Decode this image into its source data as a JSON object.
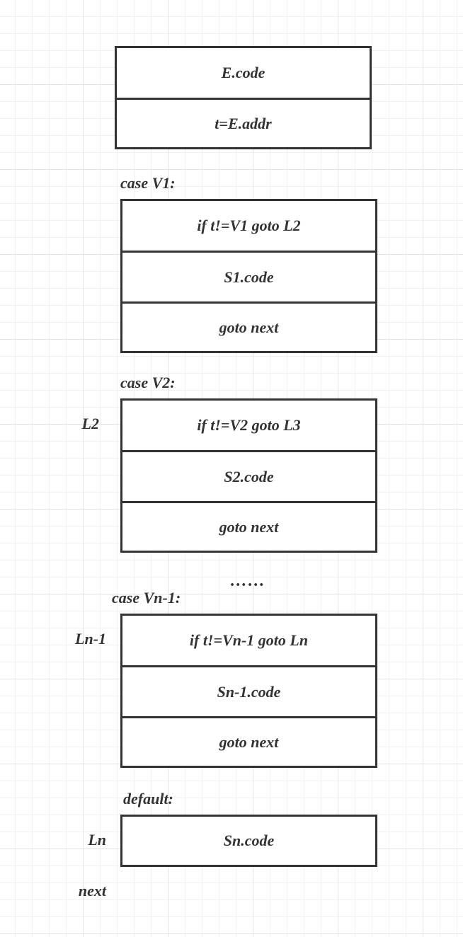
{
  "blocks": [
    {
      "id": "expr",
      "cells": [
        "E.code",
        "t=E.addr"
      ]
    },
    {
      "id": "case1",
      "label": "case V1:",
      "cells": [
        "if t!=V1 goto L2",
        "S1.code",
        "goto next"
      ]
    },
    {
      "id": "case2",
      "label": "case V2:",
      "side_label": "L2",
      "cells": [
        "if t!=V2 goto L3",
        "S2.code",
        "goto next"
      ]
    },
    {
      "id": "casen1",
      "label": "case Vn-1:",
      "side_label": "Ln-1",
      "cells": [
        "if t!=Vn-1 goto Ln",
        "Sn-1.code",
        "goto next"
      ]
    },
    {
      "id": "default",
      "label": "default:",
      "side_label": "Ln",
      "cells": [
        "Sn.code"
      ]
    }
  ],
  "ellipsis": "……",
  "end_label": "next"
}
